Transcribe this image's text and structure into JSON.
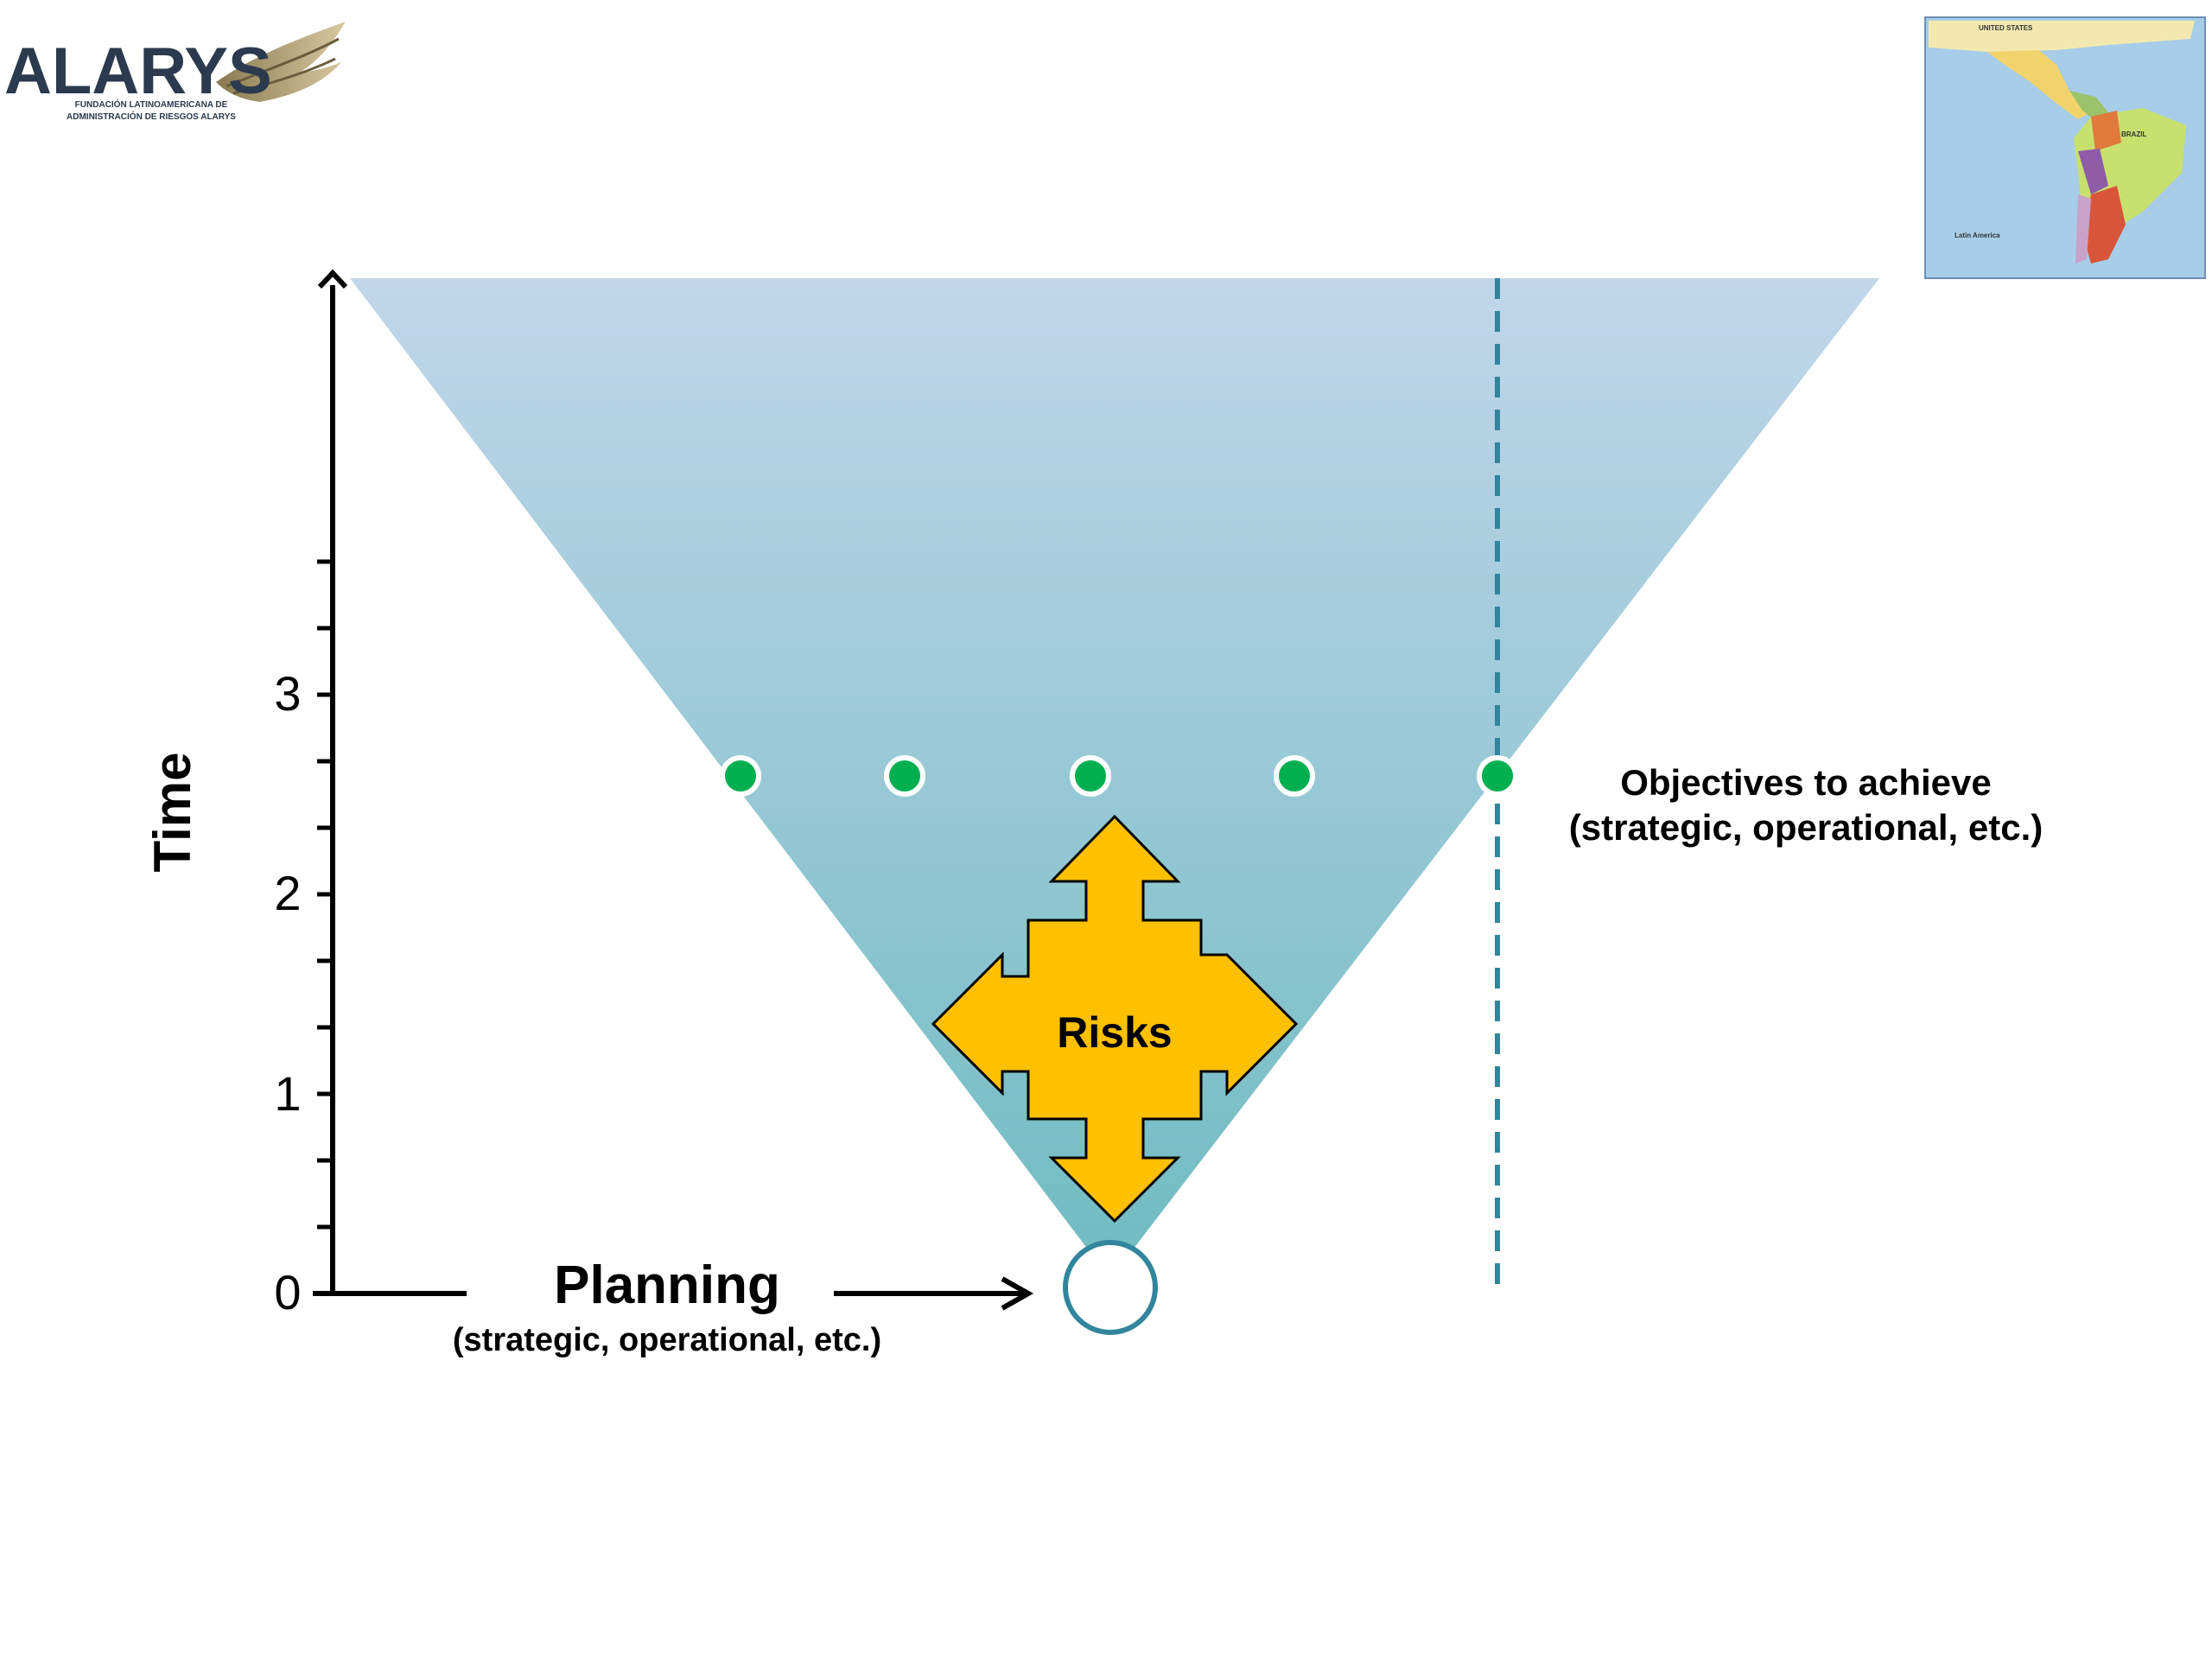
{
  "logo": {
    "name": "ALARYS",
    "subtitle_line1": "FUNDACIÓN LATINOAMERICANA DE",
    "subtitle_line2": "ADMINISTRACIÓN DE RIESGOS ALARYS"
  },
  "map": {
    "label_country_north": "UNITED STATES",
    "label_country_south": "BRAZIL",
    "label_caption": "Latin America"
  },
  "axis": {
    "label": "Time",
    "ticks": [
      "0",
      "1",
      "2",
      "3"
    ]
  },
  "planning": {
    "title": "Planning",
    "subtitle": "(strategic, operational, etc.)"
  },
  "risks": {
    "label": "Risks"
  },
  "objectives": {
    "title": "Objectives to achieve",
    "subtitle": "(strategic, operational, etc.)",
    "count": 5
  },
  "colors": {
    "cone_top": "#c1d6eb",
    "cone_bottom": "#6fbbc1",
    "risk_fill": "#ffc000",
    "objective_dot": "#00b050",
    "dashed_line": "#31859c",
    "start_circle_stroke": "#31859c",
    "logo_text": "#2b3a4e"
  }
}
